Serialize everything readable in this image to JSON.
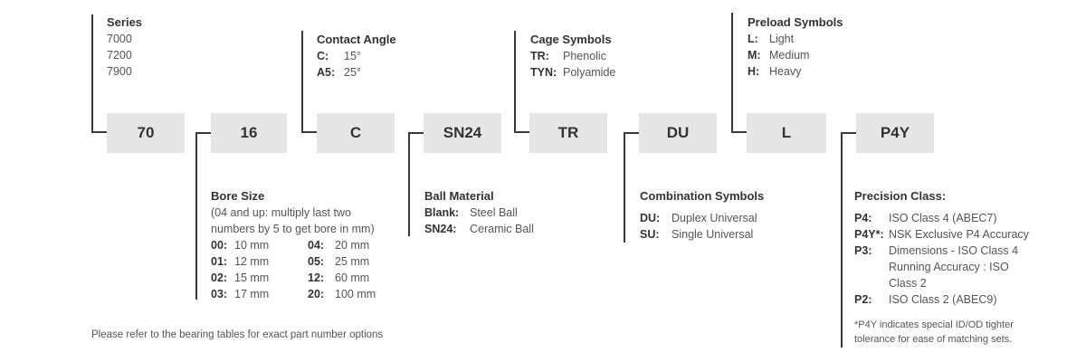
{
  "boxes": [
    "70",
    "16",
    "C",
    "SN24",
    "TR",
    "DU",
    "L",
    "P4Y"
  ],
  "series": {
    "title": "Series",
    "items": [
      "7000",
      "7200",
      "7900"
    ]
  },
  "contact_angle": {
    "title": "Contact Angle",
    "rows": [
      {
        "key": "C:",
        "value": "15°"
      },
      {
        "key": "A5:",
        "value": "25°"
      }
    ]
  },
  "cage": {
    "title": "Cage Symbols",
    "rows": [
      {
        "key": "TR:",
        "value": "Phenolic"
      },
      {
        "key": "TYN:",
        "value": "Polyamide"
      }
    ]
  },
  "preload": {
    "title": "Preload Symbols",
    "rows": [
      {
        "key": "L:",
        "value": "Light"
      },
      {
        "key": "M:",
        "value": "Medium"
      },
      {
        "key": "H:",
        "value": "Heavy"
      }
    ]
  },
  "bore": {
    "title": "Bore Size",
    "desc1": "(04 and up: multiply last two",
    "desc2": "numbers by 5 to get bore in mm)",
    "left": [
      {
        "key": "00:",
        "value": "10 mm"
      },
      {
        "key": "01:",
        "value": "12 mm"
      },
      {
        "key": "02:",
        "value": "15 mm"
      },
      {
        "key": "03:",
        "value": "17 mm"
      }
    ],
    "right": [
      {
        "key": "04:",
        "value": "20 mm"
      },
      {
        "key": "05:",
        "value": "25 mm"
      },
      {
        "key": "12:",
        "value": "60 mm"
      },
      {
        "key": "20:",
        "value": "100 mm"
      }
    ]
  },
  "ball": {
    "title": "Ball Material",
    "rows": [
      {
        "key": "Blank:",
        "value": "Steel Ball"
      },
      {
        "key": "SN24:",
        "value": "Ceramic Ball"
      }
    ]
  },
  "combination": {
    "title": "Combination Symbols",
    "rows": [
      {
        "key": "DU:",
        "value": "Duplex Universal"
      },
      {
        "key": "SU:",
        "value": "Single Universal"
      }
    ]
  },
  "precision": {
    "title": "Precision Class:",
    "p4_key": "P4:",
    "p4_value": "ISO Class 4 (ABEC7)",
    "p4y_key": "P4Y*:",
    "p4y_value": "NSK Exclusive P4 Accuracy",
    "p3_key": "P3:",
    "p3_line1": "Dimensions - ISO Class 4",
    "p3_line2": "Running Accuracy : ISO",
    "p3_line3": "Class 2",
    "p2_key": "P2:",
    "p2_value": "ISO Class 2 (ABEC9)",
    "note1": "*P4Y indicates special ID/OD tighter",
    "note2": "tolerance for ease of matching sets."
  },
  "footer": "Please refer to the bearing tables for exact part number options"
}
